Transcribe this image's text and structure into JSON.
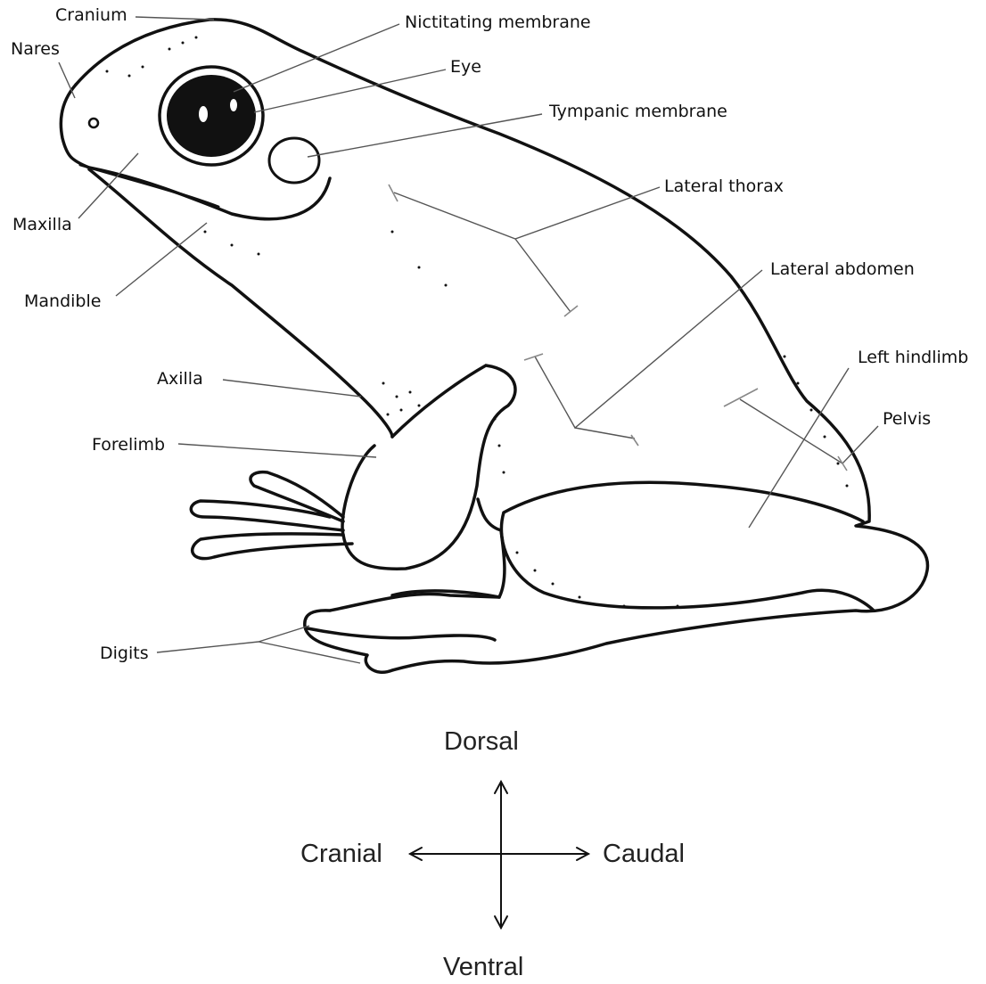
{
  "labels": {
    "cranium": "Cranium",
    "nares": "Nares",
    "nictitating_membrane": "Nictitating membrane",
    "eye": "Eye",
    "tympanic_membrane": "Tympanic membrane",
    "lateral_thorax": "Lateral thorax",
    "maxilla": "Maxilla",
    "mandible": "Mandible",
    "lateral_abdomen": "Lateral abdomen",
    "left_hindlimb": "Left hindlimb",
    "pelvis": "Pelvis",
    "axilla": "Axilla",
    "forelimb": "Forelimb",
    "digits": "Digits"
  },
  "directions": {
    "dorsal": "Dorsal",
    "cranial": "Cranial",
    "caudal": "Caudal",
    "ventral": "Ventral"
  },
  "colors": {
    "ink": "#111111",
    "leader": "#555555",
    "bracket": "#888888",
    "background": "#ffffff"
  }
}
